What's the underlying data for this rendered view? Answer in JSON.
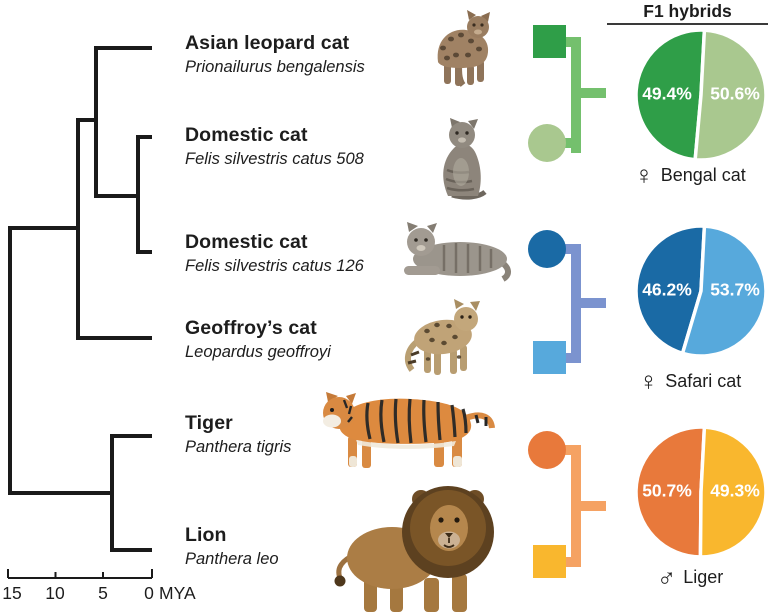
{
  "header": {
    "title": "F1 hybrids"
  },
  "species": [
    {
      "common": "Asian leopard cat",
      "scientific": "Prionailurus bengalensis",
      "image": "asian-leopard-cat"
    },
    {
      "common": "Domestic cat",
      "scientific": "Felis silvestris catus 508",
      "image": "domestic-cat-sitting"
    },
    {
      "common": "Domestic cat",
      "scientific": "Felis silvestris catus 126",
      "image": "domestic-cat-lying"
    },
    {
      "common": "Geoffroy’s cat",
      "scientific": "Leopardus geoffroyi",
      "image": "geoffroys-cat"
    },
    {
      "common": "Tiger",
      "scientific": "Panthera tigris",
      "image": "tiger"
    },
    {
      "common": "Lion",
      "scientific": "Panthera leo",
      "image": "lion"
    }
  ],
  "timescale": {
    "ticks": [
      "15",
      "10",
      "5",
      "0"
    ],
    "unit": "MYA"
  },
  "crosses": [
    {
      "offspring": "Bengal cat",
      "top_marker": "square",
      "top_color": "#2f9e48",
      "bottom_marker": "circle",
      "bottom_color": "#a9c88f",
      "link_color": "#74c06d"
    },
    {
      "offspring": "Safari cat",
      "top_marker": "circle",
      "top_color": "#1a6aa5",
      "bottom_marker": "square",
      "bottom_color": "#57a9dc",
      "link_color": "#7b93cf"
    },
    {
      "offspring": "Liger",
      "top_marker": "circle",
      "top_color": "#e8793b",
      "bottom_marker": "square",
      "bottom_color": "#f9b72e",
      "link_color": "#f5a263"
    }
  ],
  "chart_data": [
    {
      "type": "pie",
      "name": "Bengal cat",
      "sex": "female",
      "sex_symbol": "♀",
      "slices": [
        {
          "label": "49.4%",
          "value": 49.4,
          "color": "#2f9e48"
        },
        {
          "label": "50.6%",
          "value": 50.6,
          "color": "#a9c88f"
        }
      ]
    },
    {
      "type": "pie",
      "name": "Safari cat",
      "sex": "female",
      "sex_symbol": "♀",
      "slices": [
        {
          "label": "46.2%",
          "value": 46.2,
          "color": "#1a6aa5"
        },
        {
          "label": "53.7%",
          "value": 53.7,
          "color": "#57a9dc"
        }
      ]
    },
    {
      "type": "pie",
      "name": "Liger",
      "sex": "male",
      "sex_symbol": "♂",
      "slices": [
        {
          "label": "50.7%",
          "value": 50.7,
          "color": "#e8793b"
        },
        {
          "label": "49.3%",
          "value": 49.3,
          "color": "#f9b72e"
        }
      ]
    }
  ]
}
